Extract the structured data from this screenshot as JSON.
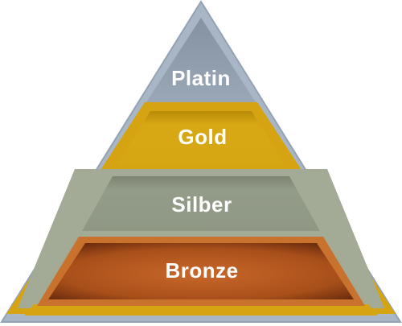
{
  "pyramid": {
    "tiers": [
      {
        "label": "Platin"
      },
      {
        "label": "Gold"
      },
      {
        "label": "Silber"
      },
      {
        "label": "Bronze"
      }
    ]
  },
  "colors": {
    "frame_outer": "#a8b6c6",
    "frame_outer_stroke": "#8d9cad",
    "platin_fill": "#97a4b4",
    "platin_shadow": "#7e8a98",
    "gold_band": "#d6a412",
    "gold_fill": "#d7a613",
    "gold_dark": "#b78a08",
    "silber_band": "#9ea692",
    "silber_fill": "#8f9884",
    "silber_dark": "#767e6c",
    "bronze_band": "#c9722d",
    "bronze_fill": "#b2561c",
    "bronze_dark": "#7a3310"
  }
}
